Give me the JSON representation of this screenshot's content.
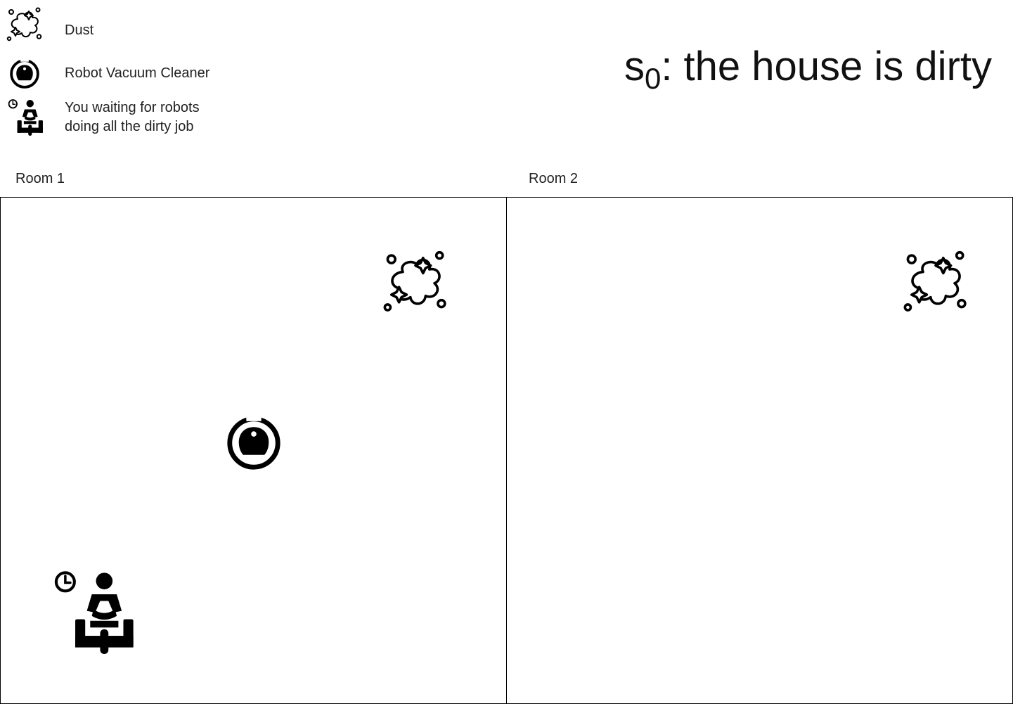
{
  "legend": {
    "items": [
      {
        "icon": "dust-icon",
        "label": "Dust"
      },
      {
        "icon": "robot-vacuum-icon",
        "label": "Robot Vacuum Cleaner"
      },
      {
        "icon": "person-waiting-icon",
        "label_line1": "You waiting for robots",
        "label_line2": "doing all the dirty job"
      }
    ]
  },
  "title": {
    "prefix": "s",
    "subscript": "0",
    "text": ": the house is dirty"
  },
  "rooms": [
    {
      "label": "Room 1",
      "contents": [
        "dust-icon",
        "robot-vacuum-icon",
        "person-waiting-icon"
      ]
    },
    {
      "label": "Room 2",
      "contents": [
        "dust-icon"
      ]
    }
  ],
  "colors": {
    "stroke": "#000000",
    "background": "#ffffff"
  }
}
